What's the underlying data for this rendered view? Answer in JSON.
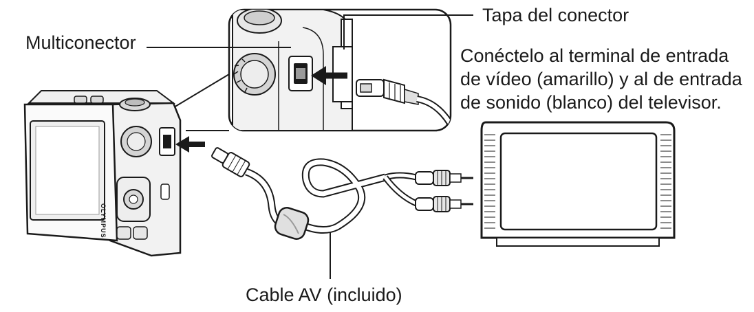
{
  "labels": {
    "multiconector": "Multiconector",
    "tapa_conector": "Tapa del conector",
    "cable_av": "Cable AV (incluido)",
    "instructions": [
      "Conéctelo al terminal de entrada",
      "de vídeo (amarillo) y al de entrada",
      "de sonido (blanco) del televisor."
    ]
  },
  "camera_brand_text": "OLYMPUS",
  "colors": {
    "ink": "#1a1a1a",
    "light_gray": "#d9d9d9",
    "mid_gray": "#9a9a9a",
    "screen_gray": "#efefef"
  }
}
